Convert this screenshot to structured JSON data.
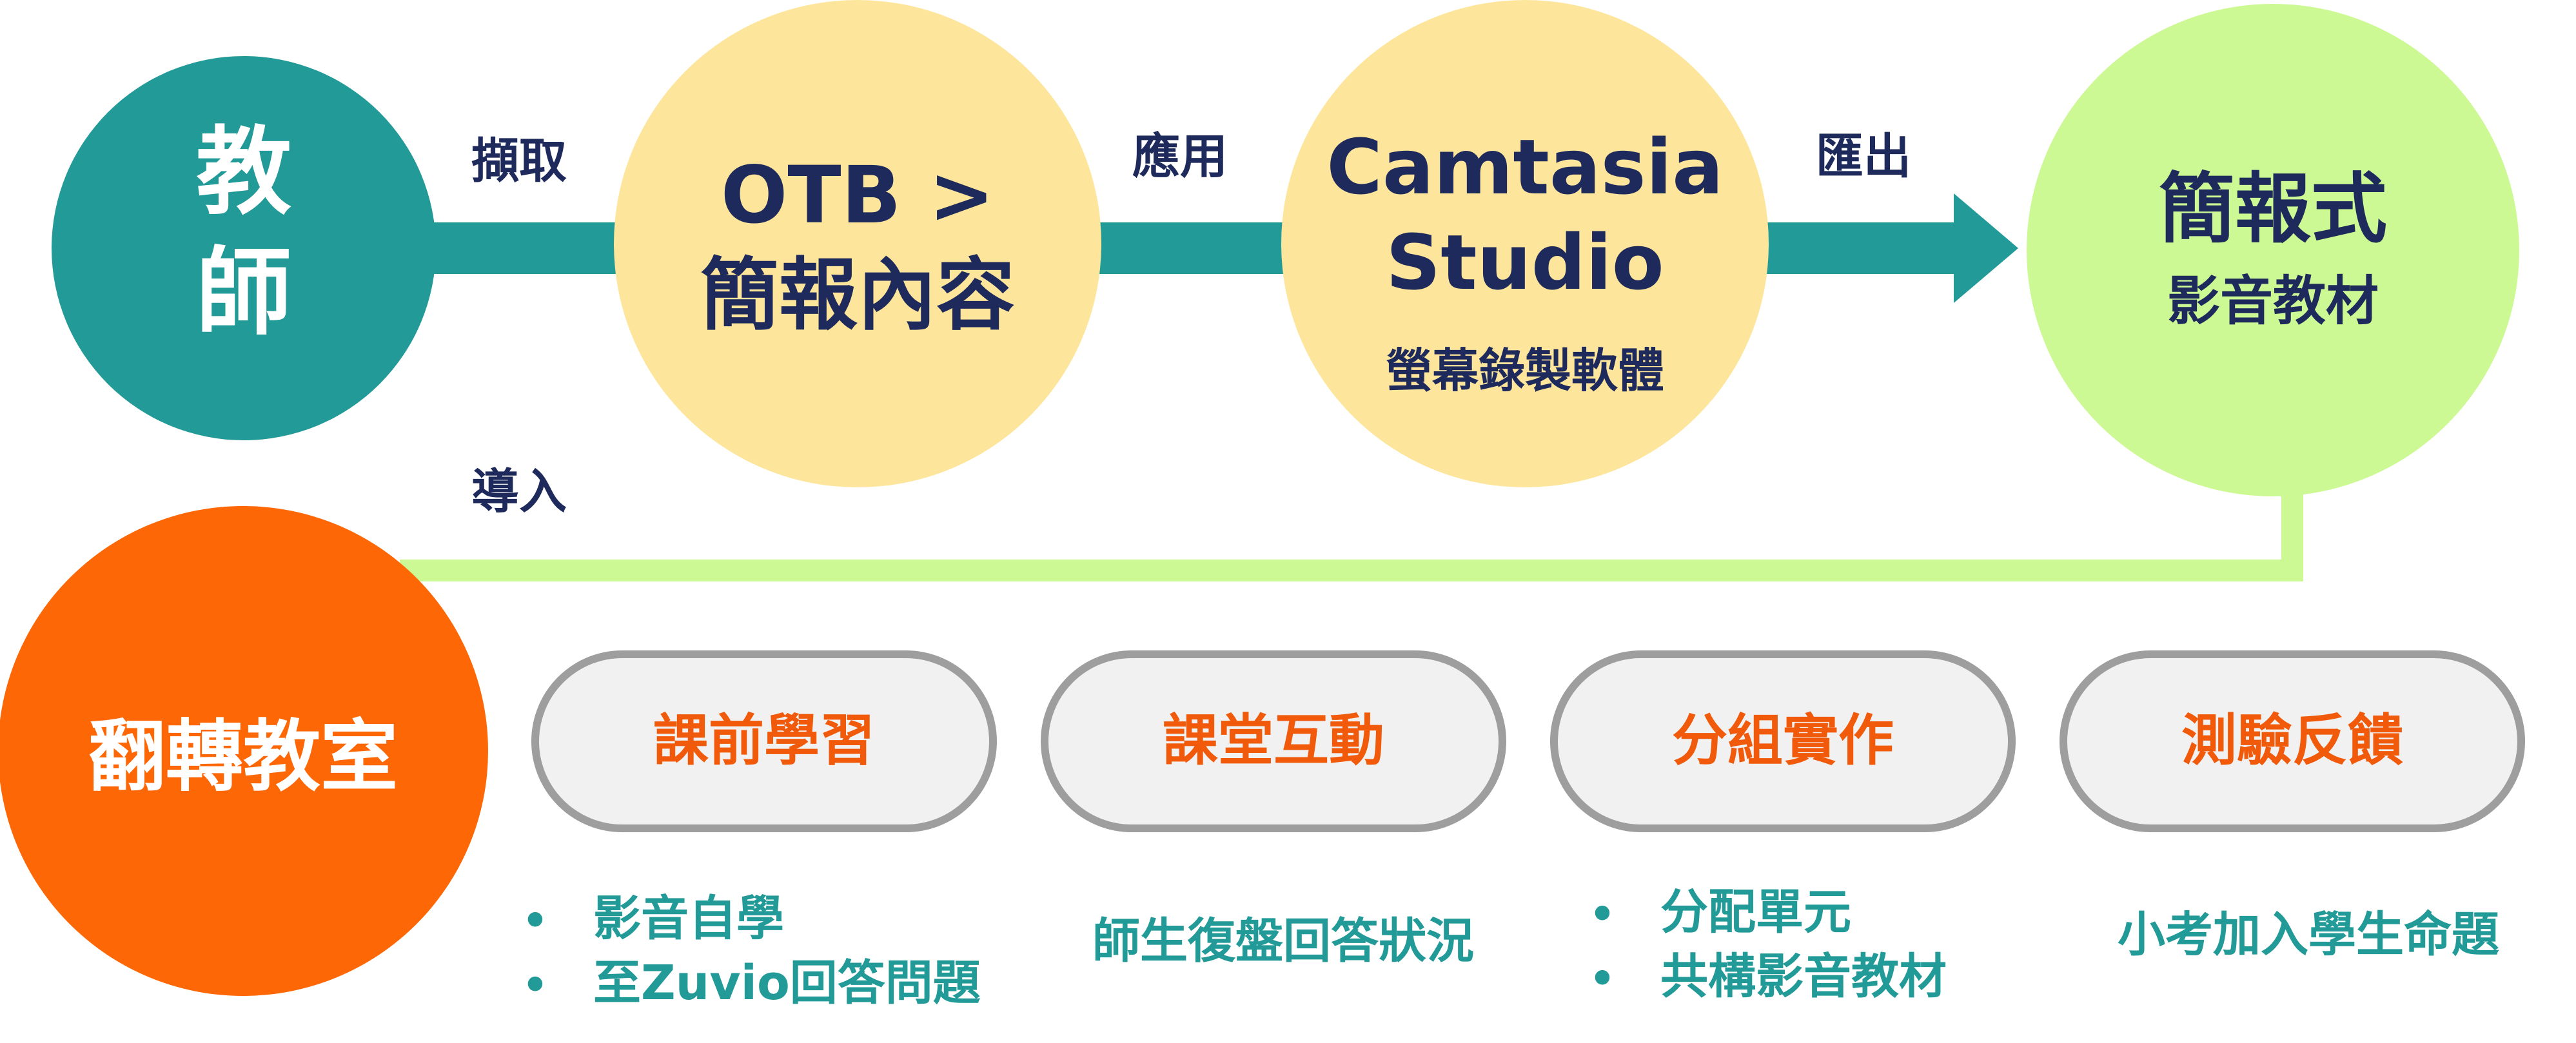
{
  "colors": {
    "teal": "#229a98",
    "yellow": "#fde69b",
    "green": "#ccf993",
    "orange": "#fd6706",
    "navy": "#1f2a5c",
    "pill_fill": "#f1f1f1",
    "pill_stroke": "#9e9e9e",
    "activity_text": "#f05a0a",
    "detail_text": "#229a98"
  },
  "nodes": {
    "teacher": {
      "line1": "教",
      "line2": "師"
    },
    "otb": {
      "line1": "OTB >",
      "line2": "簡報內容"
    },
    "camtasia": {
      "line1": "Camtasia",
      "line2": "Studio",
      "sub": "螢幕錄製軟體"
    },
    "output": {
      "line1": "簡報式",
      "line2": "影音教材"
    },
    "flipped": {
      "label": "翻轉教室"
    }
  },
  "edge_labels": {
    "capture": "擷取",
    "apply": "應用",
    "export": "匯出",
    "import": "導入"
  },
  "activities": [
    {
      "label": "課前學習",
      "details": [
        "影音自學",
        "至Zuvio回答問題"
      ],
      "bulleted": true
    },
    {
      "label": "課堂互動",
      "details": [
        "師生復盤回答狀況"
      ],
      "bulleted": false
    },
    {
      "label": "分組實作",
      "details": [
        "分配單元",
        "共構影音教材"
      ],
      "bulleted": true
    },
    {
      "label": "測驗反饋",
      "details": [
        "小考加入學生命題"
      ],
      "bulleted": false
    }
  ],
  "bullet_glyph": "•"
}
